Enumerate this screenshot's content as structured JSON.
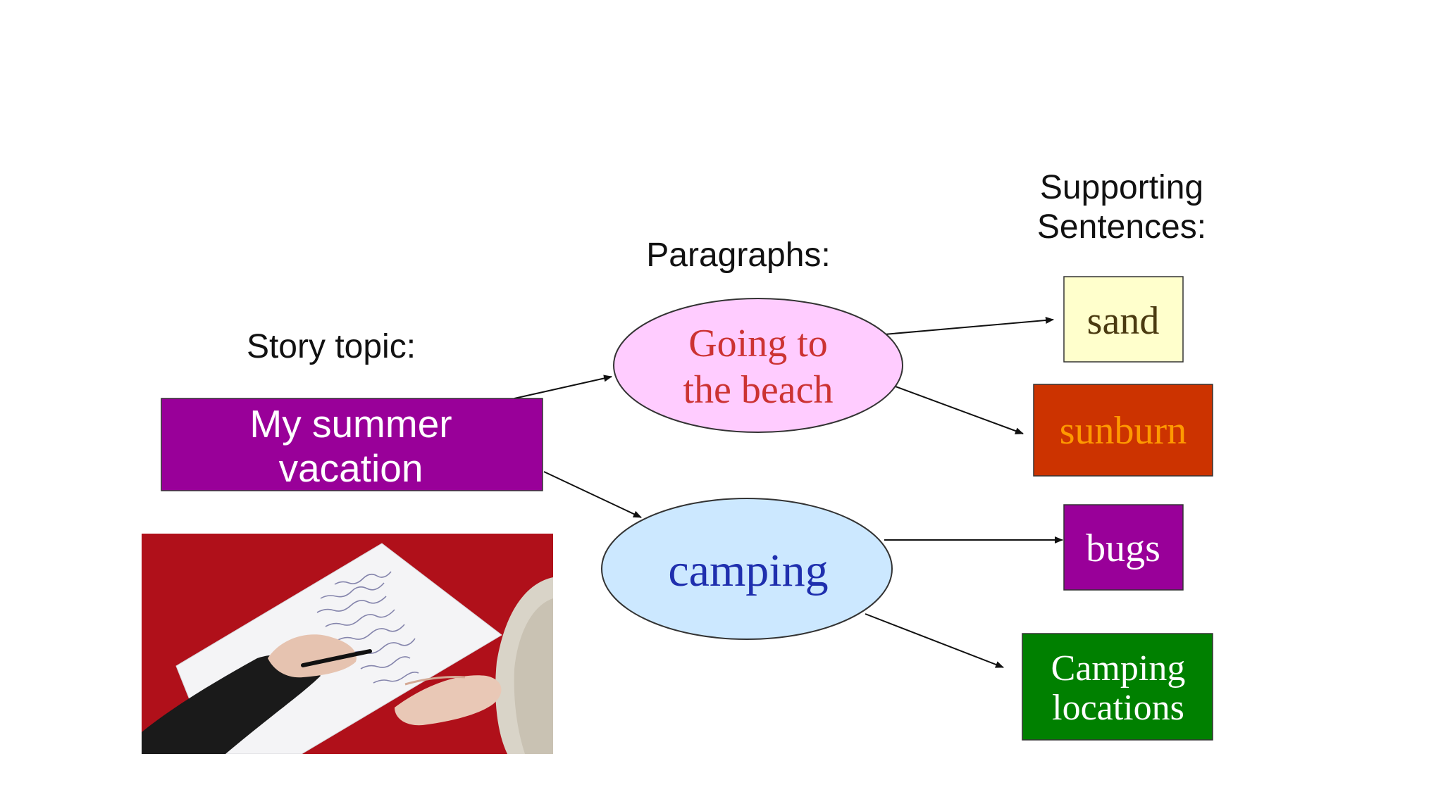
{
  "labels": {
    "story_topic": "Story topic:",
    "paragraphs": "Paragraphs:",
    "supporting_line1": "Supporting",
    "supporting_line2": "Sentences:"
  },
  "topic": {
    "line1": "My summer",
    "line2": "vacation",
    "fill": "#990099",
    "text_color": "#ffffff"
  },
  "paragraphs": [
    {
      "line1": "Going to",
      "line2": "the beach",
      "fill": "#ffccff",
      "text_color": "#cc3333"
    },
    {
      "line1": "camping",
      "fill": "#cce8ff",
      "text_color": "#1f2fae"
    }
  ],
  "supporting": [
    {
      "line1": "sand",
      "fill": "#ffffcc",
      "text_color": "#4a3a10"
    },
    {
      "line1": "sunburn",
      "fill": "#cc3300",
      "text_color": "#ff9900"
    },
    {
      "line1": "bugs",
      "fill": "#990099",
      "text_color": "#ffffff"
    },
    {
      "line1": "Camping",
      "line2": "locations",
      "fill": "#008000",
      "text_color": "#ffffff"
    }
  ],
  "photo": {
    "subject": "hand-writing-on-paper",
    "bg_color": "#b0101a"
  }
}
